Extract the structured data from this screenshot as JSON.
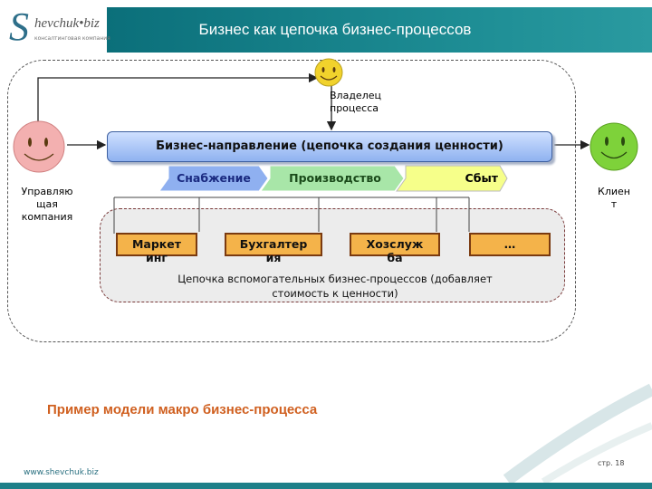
{
  "header": {
    "title": "Бизнес как цепочка бизнес-процессов"
  },
  "logo": {
    "letter": "S",
    "text": "hevchuk",
    "suffix": "•biz",
    "sub": "консалтинговая компания"
  },
  "actors": {
    "owner": [
      "Владелец",
      "процесса"
    ],
    "company": [
      "Управляю",
      "щая",
      "компания"
    ],
    "client": [
      "Клиен",
      "т"
    ]
  },
  "main_chain": {
    "label": "Бизнес-направление (цепочка создания ценности)"
  },
  "stages": [
    {
      "label": "Снабжение",
      "fill": "#8fb0f0",
      "text_color": "#1a2a80"
    },
    {
      "label": "Производство",
      "fill": "#a8e6a8",
      "text_color": "#1a4a1a"
    },
    {
      "label": "Сбыт",
      "fill": "#f6ff8a",
      "text_color": "#000000"
    }
  ],
  "support_processes": [
    [
      "Маркет",
      "инг"
    ],
    [
      "Бухгалтер",
      "ия"
    ],
    [
      "Хозслуж",
      "ба"
    ],
    [
      "…"
    ]
  ],
  "support_note": [
    "Цепочка вспомогательных бизнес-процессов (добавляет",
    "стоимость к ценности)"
  ],
  "caption": "Пример модели макро бизнес-процесса",
  "footer": {
    "url": "www.shevchuk.biz",
    "page": "стр. 18"
  },
  "colors": {
    "header": "#1b7f88",
    "caption": "#d06020",
    "support_fill": "#f4b34a",
    "face_yellow": "#f1d22c",
    "face_pink": "#f3b0b0",
    "face_green": "#7ed23a"
  }
}
